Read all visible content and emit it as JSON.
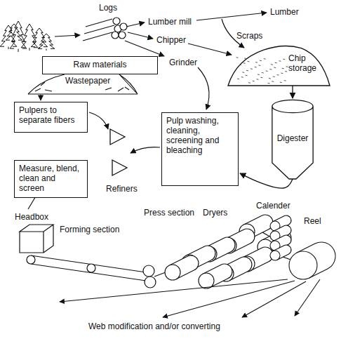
{
  "diagram": {
    "nodes": [
      {
        "text": [
          "Raw materials"
        ]
      },
      {
        "text": [
          "Chip storage"
        ]
      },
      {
        "text": [
          "Pulpers to separate fibers"
        ]
      },
      {
        "text": [
          "Pulp washing, cleaning, screening and bleaching"
        ]
      },
      {
        "text": [
          "Digester"
        ]
      },
      {
        "text": [
          "Measure, blend, clean and screen"
        ]
      }
    ],
    "edges": [
      {
        "from": 1,
        "to": 4,
        "arrow": "to"
      },
      {
        "from": 4,
        "to": 3,
        "arrow": "to"
      }
    ],
    "labels": [
      "Logs",
      "Lumber mill",
      "Lumber",
      "Scraps",
      "Chipper",
      "Grinder",
      "Wastepaper",
      "Refiners",
      "Headbox",
      "Forming section",
      "Press section",
      "Dryers",
      "Calender",
      "Reel",
      "Web modification and/or converting"
    ]
  }
}
